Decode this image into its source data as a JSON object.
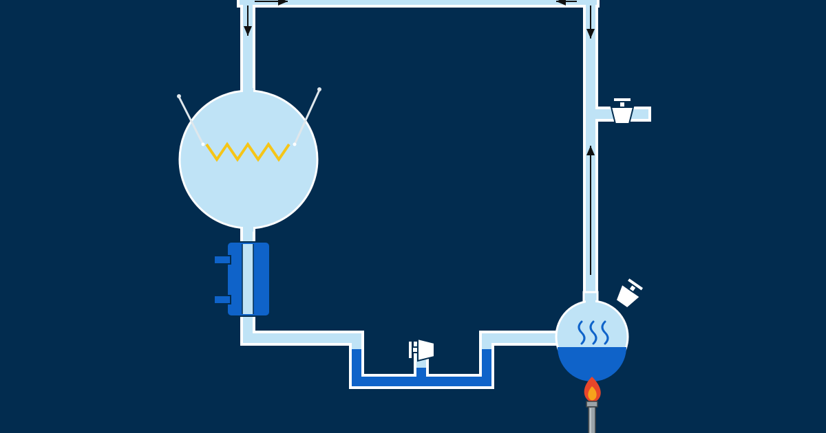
{
  "colors": {
    "background": "#022c4f",
    "pipe_outline": "#ffffff",
    "pipe_fill": "#bfe3f6",
    "liquid": "#0f63c9",
    "liquid_outline": "#ffffff",
    "condenser": "#0f63c9",
    "condenser_outline": "#022c4f",
    "spark_coil": "#f5c518",
    "electrode": "#dfe7ec",
    "valve_fill": "#ffffff",
    "valve_outline": "#022c4f",
    "arrow": "#111111",
    "vapor": "#0f63c9",
    "flame_outer": "#e8462a",
    "flame_inner": "#f7a21b",
    "burner": "#9aa3a8"
  },
  "diagram": {
    "type": "miller-urey-apparatus",
    "components": [
      {
        "id": "spark-chamber",
        "icon": "flask-with-electrodes"
      },
      {
        "id": "spark",
        "icon": "zigzag-spark"
      },
      {
        "id": "condenser",
        "icon": "condenser-jacket"
      },
      {
        "id": "trap",
        "icon": "u-tube-trap"
      },
      {
        "id": "trap-valve",
        "icon": "stopcock-icon"
      },
      {
        "id": "boiling-flask",
        "icon": "flask-boiling-water"
      },
      {
        "id": "vapor",
        "icon": "vapor-wave-icon"
      },
      {
        "id": "flask-valve",
        "icon": "stopcock-icon"
      },
      {
        "id": "side-valve",
        "icon": "stopcock-icon"
      },
      {
        "id": "burner",
        "icon": "bunsen-burner-icon"
      },
      {
        "id": "flow-arrows",
        "icon": "arrow-icon"
      }
    ],
    "flow_direction": [
      "boiling-flask",
      "riser",
      "top-pipe",
      "spark-chamber",
      "condenser",
      "trap",
      "boiling-flask"
    ]
  }
}
